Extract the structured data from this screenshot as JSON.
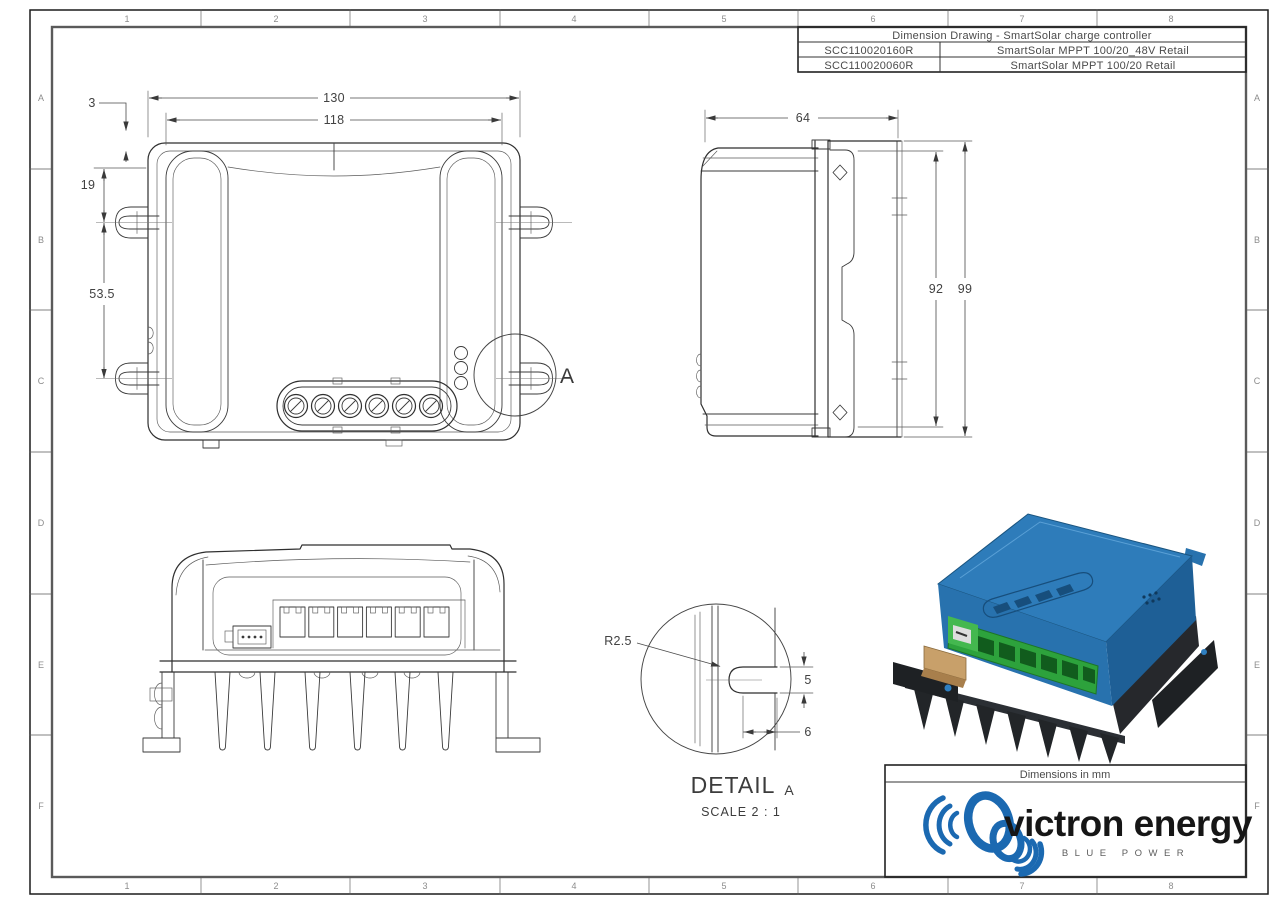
{
  "frame": {
    "cols": [
      "1",
      "2",
      "3",
      "4",
      "5",
      "6",
      "7",
      "8"
    ],
    "rows": [
      "A",
      "B",
      "C",
      "D",
      "E",
      "F"
    ]
  },
  "title_block": {
    "title": "Dimension Drawing - SmartSolar charge controller",
    "items": [
      {
        "code": "SCC110020160R",
        "name": "SmartSolar MPPT 100/20_48V Retail"
      },
      {
        "code": "SCC110020060R",
        "name": "SmartSolar MPPT 100/20 Retail"
      }
    ]
  },
  "views": {
    "top": {
      "dims": {
        "overall_width": "130",
        "lid_width": "118",
        "edge_gap": "3",
        "slot_offset": "19",
        "slot_pitch": "53.5"
      },
      "detail_callout": "A"
    },
    "side": {
      "dims": {
        "depth": "64",
        "bracket_height": "92",
        "overall_height": "99"
      }
    },
    "detail_a": {
      "radius": "R2.5",
      "slot_width": "5",
      "slot_depth": "6",
      "label": "DETAIL",
      "label_ref": "A",
      "scale": "SCALE 2 : 1"
    }
  },
  "footer": {
    "units_note": "Dimensions in mm",
    "brand": "victron energy",
    "tagline": "BLUE POWER"
  },
  "colors": {
    "victron_blue": "#1b69b1",
    "case_blue": "#2e7cba",
    "case_blue_dark": "#1e5f96",
    "case_blue_front": "#2872ae",
    "terminal_green": "#2da23c",
    "heatsink_dark": "#26282c",
    "ink": "#2f2f2f"
  }
}
